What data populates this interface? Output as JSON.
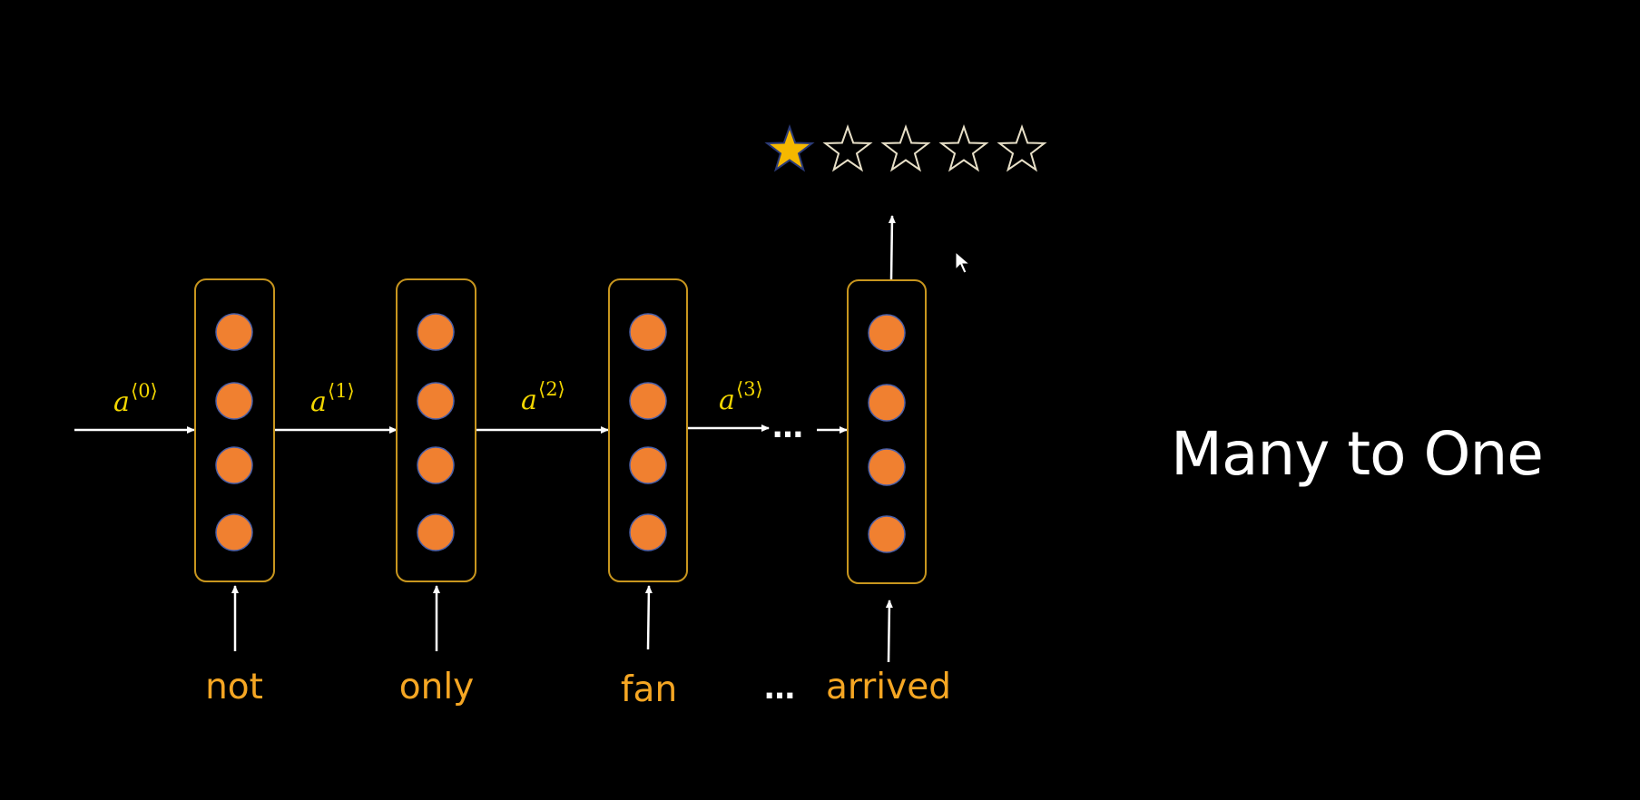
{
  "title": "Many to One",
  "inputs": [
    "not",
    "only",
    "fan",
    "…",
    "arrived"
  ],
  "activations": [
    {
      "base": "a",
      "sup": "⟨0⟩"
    },
    {
      "base": "a",
      "sup": "⟨1⟩"
    },
    {
      "base": "a",
      "sup": "⟨2⟩"
    },
    {
      "base": "a",
      "sup": "⟨3⟩"
    }
  ],
  "hidden_ellipsis": "…",
  "rating": {
    "value": 1,
    "max": 5
  },
  "colors": {
    "background": "#000000",
    "cell_border": "#c8961e",
    "neuron_fill": "#f08030",
    "neuron_stroke": "#4a5fa8",
    "word": "#f5a623",
    "activation": "#f2d600",
    "arrow": "#ffffff",
    "star_filled": "#f5b800",
    "star_empty_stroke": "#e8e0c8"
  },
  "icons": {
    "filled_star": "star-filled-icon",
    "empty_star": "star-outline-icon",
    "cursor": "mouse-pointer-icon"
  }
}
